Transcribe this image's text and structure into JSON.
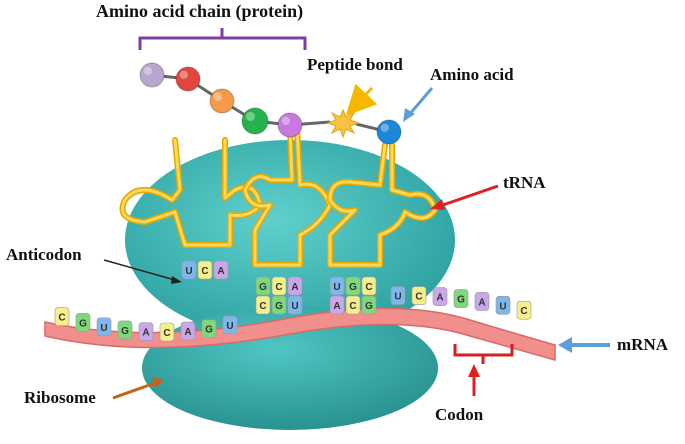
{
  "labels": {
    "chain": "Amino acid chain (protein)",
    "peptide_bond": "Peptide bond",
    "amino_acid": "Amino acid",
    "trna": "tRNA",
    "anticodon": "Anticodon",
    "mrna": "mRNA",
    "ribosome": "Ribosome",
    "codon": "Codon"
  },
  "mrna_bases": [
    "C",
    "G",
    "U",
    "G",
    "A",
    "C",
    "A",
    "G",
    "U",
    "",
    "",
    "",
    "",
    "",
    "",
    "",
    "U",
    "C",
    "A",
    "G",
    "A",
    "U",
    "C"
  ],
  "trna_anticodons": [
    [
      "U",
      "C",
      "A"
    ],
    [
      "G",
      "C",
      "A"
    ],
    [
      "U",
      "G",
      "C"
    ]
  ],
  "paired_codons": [
    [
      "C",
      "G",
      "U"
    ],
    [
      "A",
      "C",
      "G"
    ]
  ],
  "colors": {
    "ribosome": "#38b6b4",
    "mrna": "#f08f8c",
    "trna": "#f7c744",
    "chain_bracket": "#7b3fa0",
    "codon_bracket": "#d21f1f",
    "arrow_yellow": "#f5b800",
    "arrow_blue": "#5a9fd8",
    "arrow_red": "#e02020",
    "arrow_brown": "#c0651a",
    "amino_acids": [
      "#b9a6cf",
      "#e2473f",
      "#f39a4b",
      "#26b34b",
      "#c878df",
      "#1c86d9"
    ]
  }
}
